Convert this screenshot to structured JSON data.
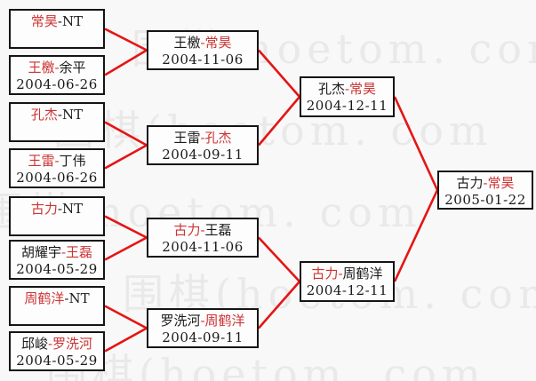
{
  "watermark": {
    "text": "围棋(hoetom. com",
    "color": "#e9e9e9"
  },
  "colors": {
    "winner_red": "#cc3333",
    "text_black": "#1a1a1a",
    "line_red": "#e61414",
    "box_border": "#141414",
    "box_bg": "#fdfdfd",
    "page_bg": "#f8f8f8"
  },
  "rounds": [
    {
      "name": "round-1",
      "matches": [
        {
          "player1": "常昊",
          "separator": "-",
          "player2": "NT",
          "red": "player1",
          "date": ""
        },
        {
          "player1": "王檄",
          "separator": "-",
          "player2": "余平",
          "red": "player1",
          "date": "2004-06-26"
        },
        {
          "player1": "孔杰",
          "separator": "-",
          "player2": "NT",
          "red": "player1",
          "date": ""
        },
        {
          "player1": "王雷",
          "separator": "-",
          "player2": "丁伟",
          "red": "player1",
          "date": "2004-06-26"
        },
        {
          "player1": "古力",
          "separator": "-",
          "player2": "NT",
          "red": "player1",
          "date": ""
        },
        {
          "player1": "胡耀宇",
          "separator": "-",
          "player2": "王磊",
          "red": "player2",
          "date": "2004-05-29"
        },
        {
          "player1": "周鹤洋",
          "separator": "-",
          "player2": "NT",
          "red": "player1",
          "date": ""
        },
        {
          "player1": "邱峻",
          "separator": "-",
          "player2": "罗洗河",
          "red": "player2",
          "date": "2004-05-29"
        }
      ]
    },
    {
      "name": "round-2",
      "matches": [
        {
          "player1": "王檄",
          "separator": "-",
          "player2": "常昊",
          "red": "player2",
          "date": "2004-11-06"
        },
        {
          "player1": "王雷",
          "separator": "-",
          "player2": "孔杰",
          "red": "player2",
          "date": "2004-09-11"
        },
        {
          "player1": "古力",
          "separator": "-",
          "player2": "王磊",
          "red": "player1",
          "date": "2004-11-06"
        },
        {
          "player1": "罗洗河",
          "separator": "-",
          "player2": "周鹤洋",
          "red": "player2",
          "date": "2004-09-11"
        }
      ]
    },
    {
      "name": "semifinal",
      "matches": [
        {
          "player1": "孔杰",
          "separator": "-",
          "player2": "常昊",
          "red": "player2",
          "date": "2004-12-11"
        },
        {
          "player1": "古力",
          "separator": "-",
          "player2": "周鹤洋",
          "red": "player1",
          "date": "2004-12-11"
        }
      ]
    },
    {
      "name": "final",
      "matches": [
        {
          "player1": "古力",
          "separator": "-",
          "player2": "常昊",
          "red": "player2",
          "date": "2005-01-22"
        }
      ]
    }
  ]
}
